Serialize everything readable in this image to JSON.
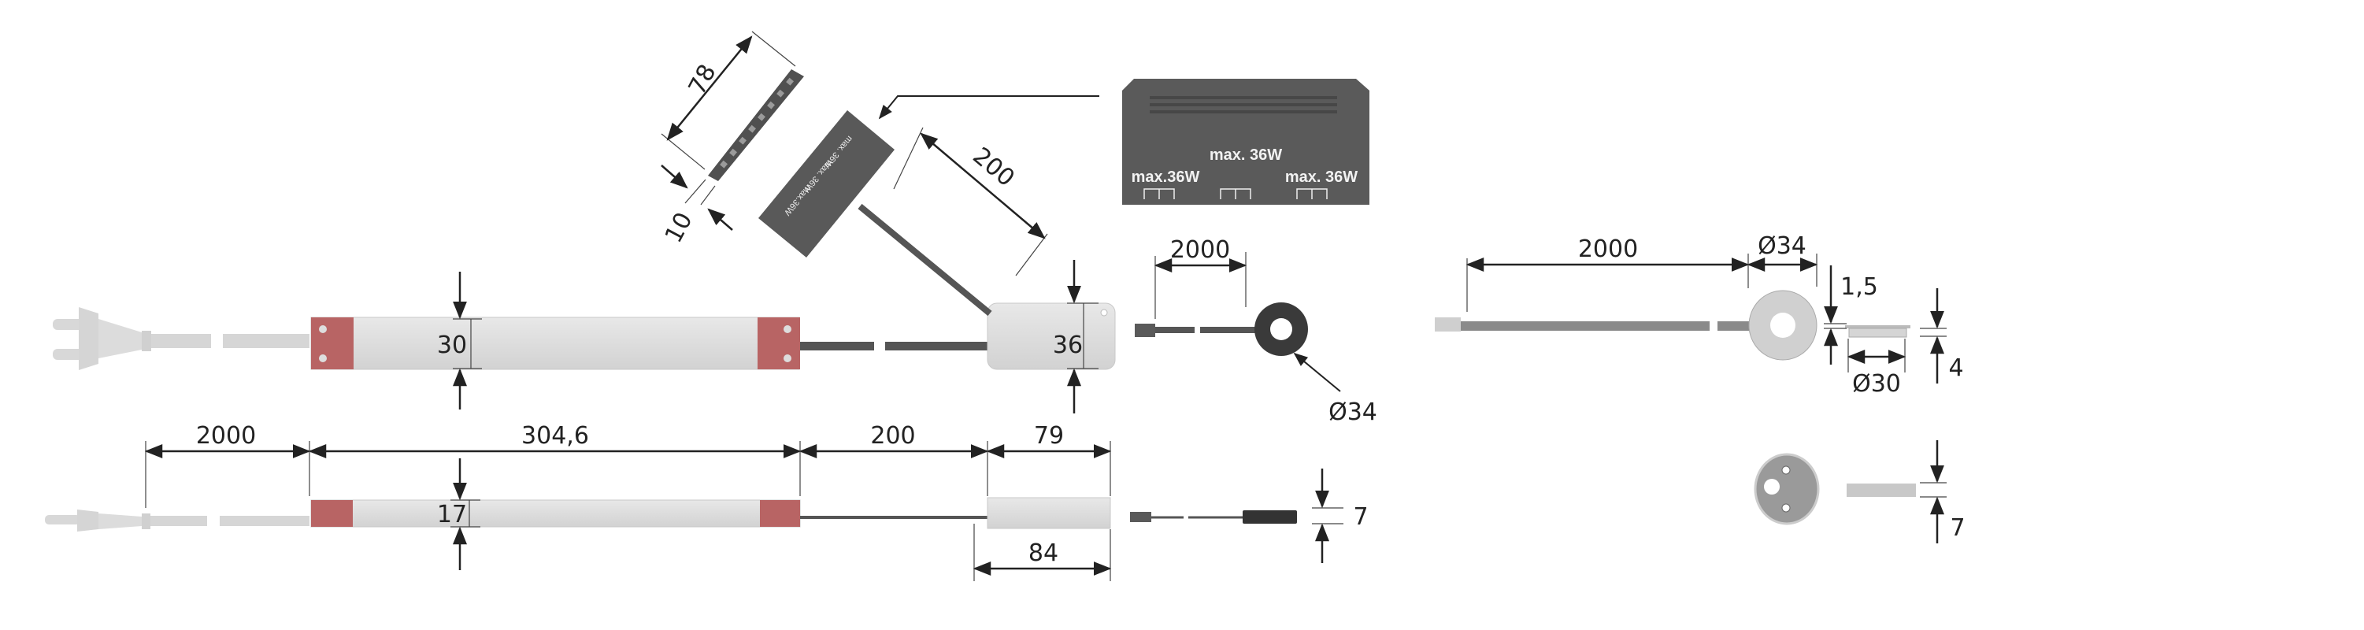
{
  "colors": {
    "housing": "#dcdcdc",
    "end_cap": "#b86464",
    "cable": "#555555",
    "junction_box": "#5a5a5a",
    "sensor_dark": "#3a3a3a",
    "dimension": "#222222"
  },
  "junction_box": {
    "top_label": "max. 36W",
    "left_label": "max.36W",
    "right_label": "max. 36W",
    "rotated_labels": [
      "max.36W",
      "max. 36W",
      "max. 36W"
    ]
  },
  "dimensions": {
    "strip_length": "78",
    "strip_width": "10",
    "cable_to_junction": "200",
    "driver_height_top": "30",
    "box_height_top": "36",
    "sensor_cable_length": "2000",
    "sensor_diameter": "Ø34",
    "sensor_thickness": "7",
    "plug_cable_length": "2000",
    "driver_length": "304,6",
    "driver_cable_length": "200",
    "box_length": "79",
    "box_width_bottom": "84",
    "driver_height_bottom": "17",
    "disc_cable_length": "2000",
    "disc_diameter": "Ø34",
    "disc_plate_thickness": "1,5",
    "disc_cutout_diameter": "Ø30",
    "disc_profile_height": "4",
    "base_height": "7"
  }
}
